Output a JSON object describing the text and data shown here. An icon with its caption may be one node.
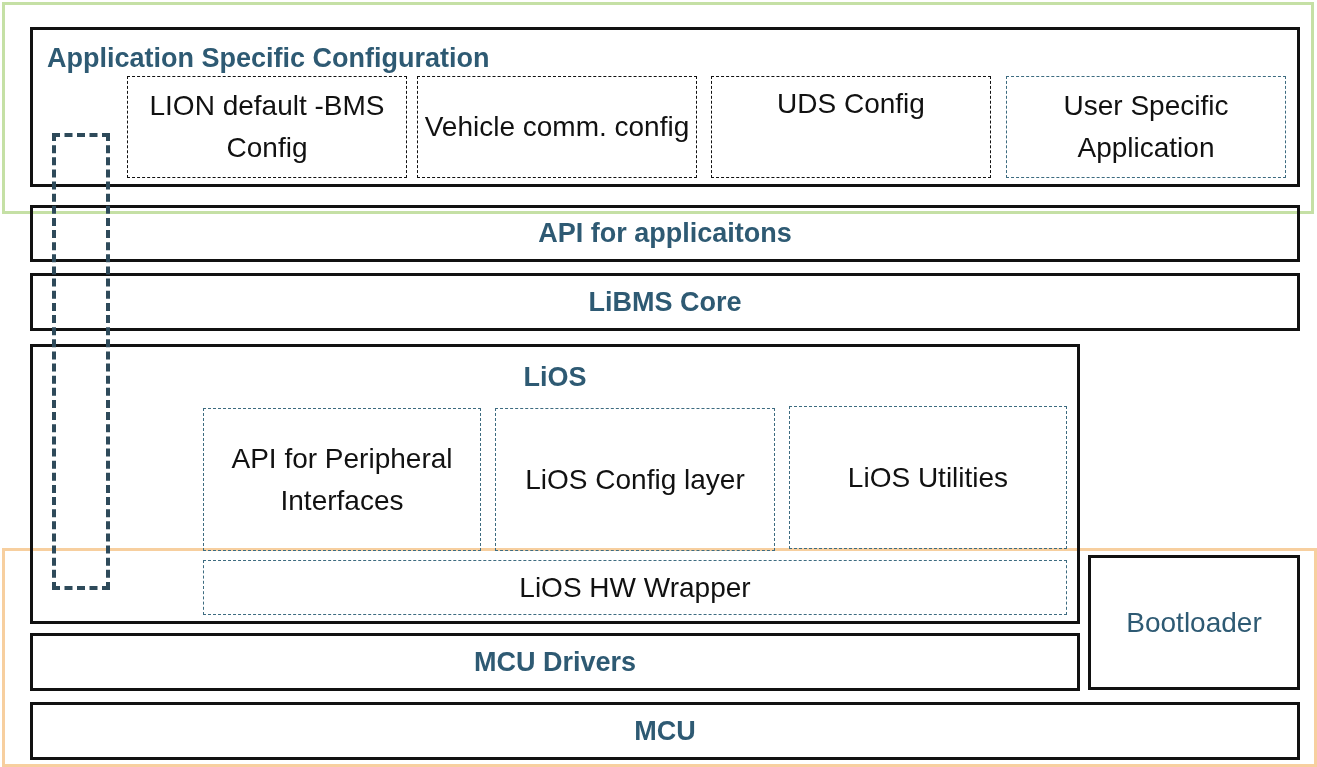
{
  "diagram": {
    "nodes": [
      {
        "text": [
          "Application Specific Configuration"
        ]
      },
      {
        "text": [
          "LION default -BMS Config"
        ],
        "in": 0
      },
      {
        "text": [
          "Vehicle comm. config"
        ],
        "in": 0
      },
      {
        "text": [
          "UDS Config"
        ],
        "in": 0
      },
      {
        "text": [
          "User Specific Application"
        ],
        "in": 0
      },
      {
        "text": [
          "API for applicaitons"
        ]
      },
      {
        "text": [
          "LiBMS Core"
        ]
      },
      {
        "text": [
          "LiOS"
        ]
      },
      {
        "text": [
          "API for Peripheral Interfaces"
        ],
        "in": 7
      },
      {
        "text": [
          "LiOS Config layer"
        ],
        "in": 7
      },
      {
        "text": [
          "LiOS Utilities"
        ],
        "in": 7
      },
      {
        "text": [
          "LiOS HW Wrapper"
        ],
        "in": 7
      },
      {
        "text": [
          "Bootloader"
        ]
      },
      {
        "text": [
          "MCU Drivers"
        ]
      },
      {
        "text": [
          "MCU"
        ]
      },
      {
        "text": [],
        "shape": "box"
      }
    ]
  }
}
